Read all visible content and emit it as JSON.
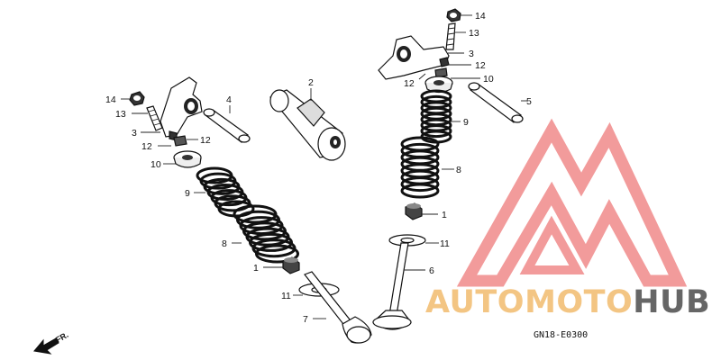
{
  "diagram": {
    "code": "GN18-E0300",
    "direction_label": "FR.",
    "part_labels": [
      {
        "id": "14L",
        "text": "14"
      },
      {
        "id": "13L",
        "text": "13"
      },
      {
        "id": "3L",
        "text": "3"
      },
      {
        "id": "12L1",
        "text": "12"
      },
      {
        "id": "12L2",
        "text": "12"
      },
      {
        "id": "10L",
        "text": "10"
      },
      {
        "id": "9L",
        "text": "9"
      },
      {
        "id": "8L",
        "text": "8"
      },
      {
        "id": "1L",
        "text": "1"
      },
      {
        "id": "11L",
        "text": "11"
      },
      {
        "id": "7L",
        "text": "7"
      },
      {
        "id": "4",
        "text": "4"
      },
      {
        "id": "2",
        "text": "2"
      },
      {
        "id": "14R",
        "text": "14"
      },
      {
        "id": "13R",
        "text": "13"
      },
      {
        "id": "3R",
        "text": "3"
      },
      {
        "id": "12R1",
        "text": "12"
      },
      {
        "id": "12R2",
        "text": "12"
      },
      {
        "id": "10R",
        "text": "10"
      },
      {
        "id": "5",
        "text": "5"
      },
      {
        "id": "9R",
        "text": "9"
      },
      {
        "id": "8R",
        "text": "8"
      },
      {
        "id": "1R",
        "text": "1"
      },
      {
        "id": "11R",
        "text": "11"
      },
      {
        "id": "6",
        "text": "6"
      }
    ]
  },
  "watermark": {
    "brand_part1": "AUTO",
    "brand_part2": "MOTO",
    "brand_part3": "HUB",
    "color_light": "#f3c583",
    "color_accent": "#f08a8a",
    "color_dark": "#666666"
  }
}
